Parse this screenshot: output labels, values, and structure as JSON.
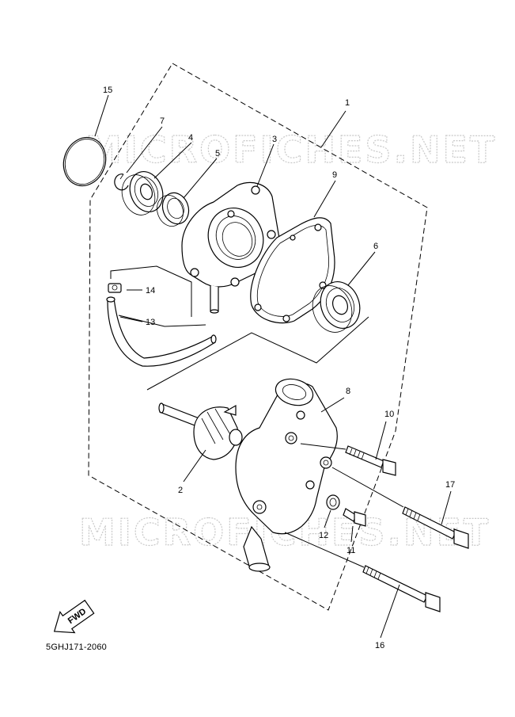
{
  "diagram": {
    "watermark": "MICROFICHES.NET",
    "drawing_code": "5GHJ171-2060",
    "fwd_label": "FWD",
    "callouts": [
      {
        "id": "c1",
        "label": "1"
      },
      {
        "id": "c2",
        "label": "2"
      },
      {
        "id": "c3",
        "label": "3"
      },
      {
        "id": "c4",
        "label": "4"
      },
      {
        "id": "c5",
        "label": "5"
      },
      {
        "id": "c6",
        "label": "6"
      },
      {
        "id": "c7",
        "label": "7"
      },
      {
        "id": "c8",
        "label": "8"
      },
      {
        "id": "c9",
        "label": "9"
      },
      {
        "id": "c10",
        "label": "10"
      },
      {
        "id": "c11",
        "label": "11"
      },
      {
        "id": "c12",
        "label": "12"
      },
      {
        "id": "c13",
        "label": "13"
      },
      {
        "id": "c14",
        "label": "14"
      },
      {
        "id": "c15",
        "label": "15"
      },
      {
        "id": "c16",
        "label": "16"
      },
      {
        "id": "c17",
        "label": "17"
      }
    ]
  }
}
